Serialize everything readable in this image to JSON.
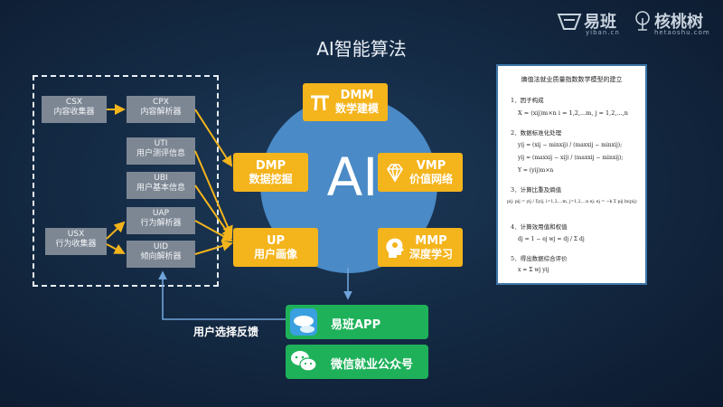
{
  "brand": {
    "yiban_name": "易班",
    "yiban_sub": "yiban.cn",
    "hetaoshu_name": "核桃树",
    "hetaoshu_sub": "hetaoshu.com"
  },
  "title": "AI智能算法",
  "collectors": {
    "csx": {
      "code": "CSX",
      "name": "内容收集器"
    },
    "cpx": {
      "code": "CPX",
      "name": "内容解析器"
    },
    "uti": {
      "code": "UTI",
      "name": "用户测评信息"
    },
    "ubi": {
      "code": "UBI",
      "name": "用户基本信息"
    },
    "uap": {
      "code": "UAP",
      "name": "行为解析器"
    },
    "usx": {
      "code": "USX",
      "name": "行为收集器"
    },
    "uid": {
      "code": "UID",
      "name": "倾向解析器"
    }
  },
  "center": {
    "ai_label": "AI",
    "dmm": {
      "code": "DMM",
      "name": "数学建模",
      "icon": "pi-icon"
    },
    "dmp": {
      "code": "DMP",
      "name": "数据挖掘"
    },
    "vmp": {
      "code": "VMP",
      "name": "价值网络",
      "icon": "diamond-icon"
    },
    "up": {
      "code": "UP",
      "name": "用户画像"
    },
    "mmp": {
      "code": "MMP",
      "name": "深度学习",
      "icon": "brain-head-icon"
    }
  },
  "outputs": {
    "app": {
      "label": "易班APP",
      "icon": "yiban-app-icon"
    },
    "wechat": {
      "label": "微信就业公众号",
      "icon": "wechat-icon"
    }
  },
  "feedback_label": "用户选择反馈",
  "document": {
    "title": "熵值法就业质量指数数学模型的建立",
    "steps": [
      "1．因子构成",
      "2．数据标准化处理",
      "3．计算比重及熵值",
      "4．计算效用值和权值",
      "5．得出数据综合评价"
    ],
    "formulas": {
      "f1": "X = (xij)m×n    i = 1,2,...m, j = 1,2,...,n",
      "f2a": "yij = (xij − minxij) / (maxxij − minxij);",
      "f2b": "yij = (maxxij − xij) / (maxxij − minxij);",
      "f2c": "Y = (yij)m×n",
      "f3": "pij: pij = yij / Σyij, i=1,2,...m, j=1,2,...n   ej: ej = −k Σ pij ln(pij)",
      "f4": "dj = 1 − ej        wj = dj / Σ dj",
      "f5": "x = Σ wj yij"
    }
  },
  "colors": {
    "orange": "#f4b41c",
    "green": "#1fb15a",
    "circle": "#4a8ac6",
    "gray_box": "#7d8794",
    "arrow_yellow": "#f4b41c",
    "arrow_blue": "#6fa3d9"
  }
}
